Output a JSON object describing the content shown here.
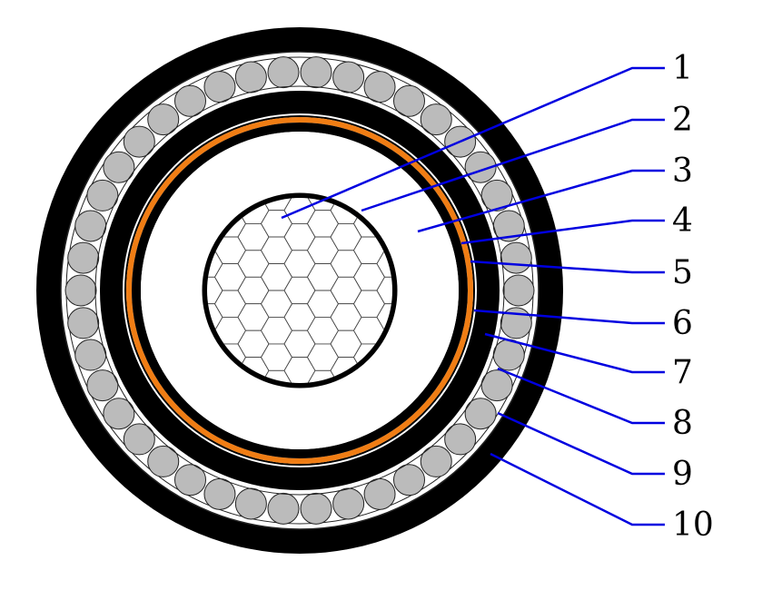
{
  "colors": {
    "background": "#ffffff",
    "jacket": "#000000",
    "wire": "#bbbbbb",
    "wire_outline": "#222222",
    "copper_tape": "#f07d14",
    "leader_line": "#0000e0",
    "conductor_mesh": "#444444"
  },
  "callouts": [
    {
      "label": "1"
    },
    {
      "label": "2"
    },
    {
      "label": "3"
    },
    {
      "label": "4"
    },
    {
      "label": "5"
    },
    {
      "label": "6"
    },
    {
      "label": "7"
    },
    {
      "label": "8"
    },
    {
      "label": "9"
    },
    {
      "label": "10"
    }
  ]
}
